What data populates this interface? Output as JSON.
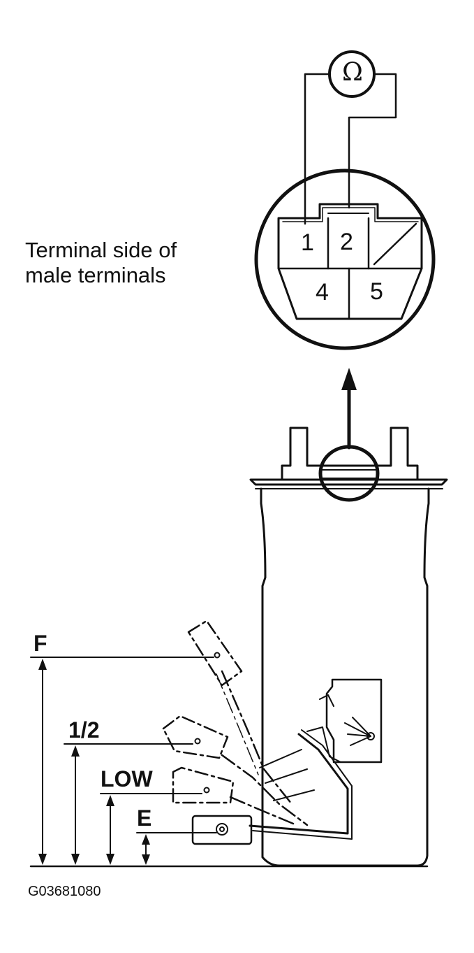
{
  "callout": {
    "line1": "Terminal side of",
    "line2": "male terminals"
  },
  "meter_symbol": "Ω",
  "connector": {
    "terminals": [
      {
        "label": "1"
      },
      {
        "label": "2"
      },
      {
        "label": "4"
      },
      {
        "label": "5"
      }
    ]
  },
  "float_levels": [
    {
      "label": "F"
    },
    {
      "label": "1/2"
    },
    {
      "label": "LOW"
    },
    {
      "label": "E"
    }
  ],
  "figure_code": "G03681080",
  "colors": {
    "ink": "#111111",
    "paper": "#ffffff"
  }
}
